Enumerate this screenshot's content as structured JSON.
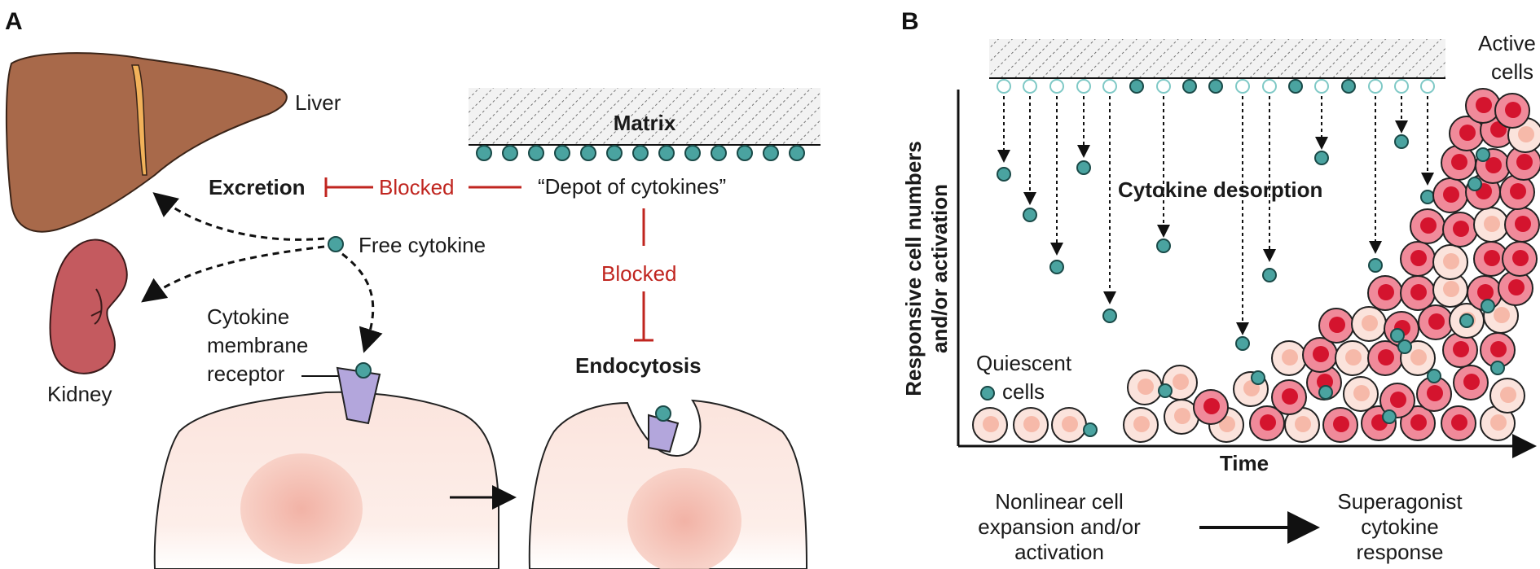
{
  "panel_a": {
    "letter": "A",
    "liver": "Liver",
    "kidney": "Kidney",
    "excretion": "Excretion",
    "blocked_top": "Blocked",
    "depot": "“Depot of cytokines”",
    "matrix": "Matrix",
    "free_cytokine": "Free cytokine",
    "blocked_side": "Blocked",
    "receptor_line1": "Cytokine",
    "receptor_line2": "membrane",
    "receptor_line3": "receptor",
    "endocytosis": "Endocytosis"
  },
  "panel_b": {
    "letter": "B",
    "active_line1": "Active",
    "active_line2": "cells",
    "desorption": "Cytokine desorption",
    "ylabel_line1": "Responsive cell numbers",
    "ylabel_line2": "and/or activation",
    "quiescent_line1": "Quiescent",
    "quiescent_line2": "cells",
    "xlabel": "Time",
    "expansion_line1": "Nonlinear cell",
    "expansion_line2": "expansion and/or",
    "expansion_line3": "activation",
    "response_line1": "Superagonist",
    "response_line2": "cytokine",
    "response_line3": "response"
  },
  "colors": {
    "liver": "#a8694a",
    "kidney": "#c45a5f",
    "blocked": "#c0251f",
    "cytokine": "#4aa3a0",
    "receptor": "#b3a6dc",
    "cell": "#fbe3dc",
    "active_cell": "#e8576b"
  }
}
